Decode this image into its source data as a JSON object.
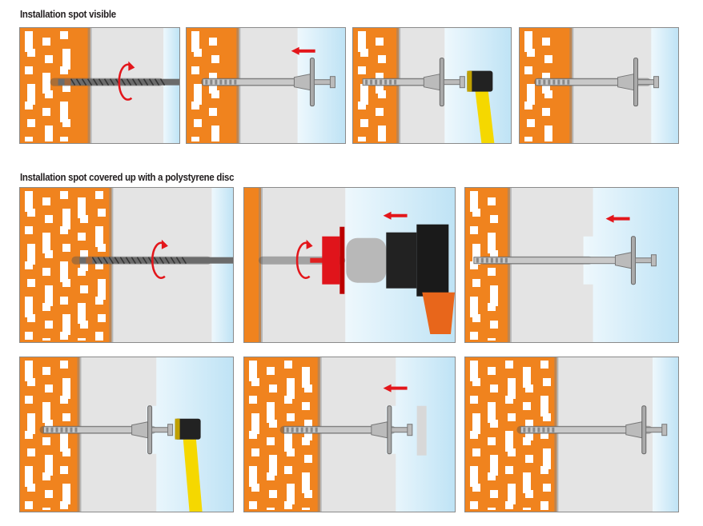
{
  "headings": {
    "section1": "Installation spot visible",
    "section2": "Installation spot covered up with a polystyrene disc"
  },
  "colors": {
    "brick": "#f0831e",
    "insulation": "#e4e4e4",
    "plaster": "#bfe3f5",
    "arrow": "#e3161b",
    "hammer_handle": "#f5d800"
  },
  "section1_steps": [
    "drill-hole",
    "insert-anchor",
    "hammer-anchor",
    "anchor-installed"
  ],
  "section2_steps": [
    "drill-hole",
    "cut-recess",
    "insert-anchor",
    "hammer-anchor",
    "insert-polystyrene-disc",
    "anchor-installed"
  ]
}
